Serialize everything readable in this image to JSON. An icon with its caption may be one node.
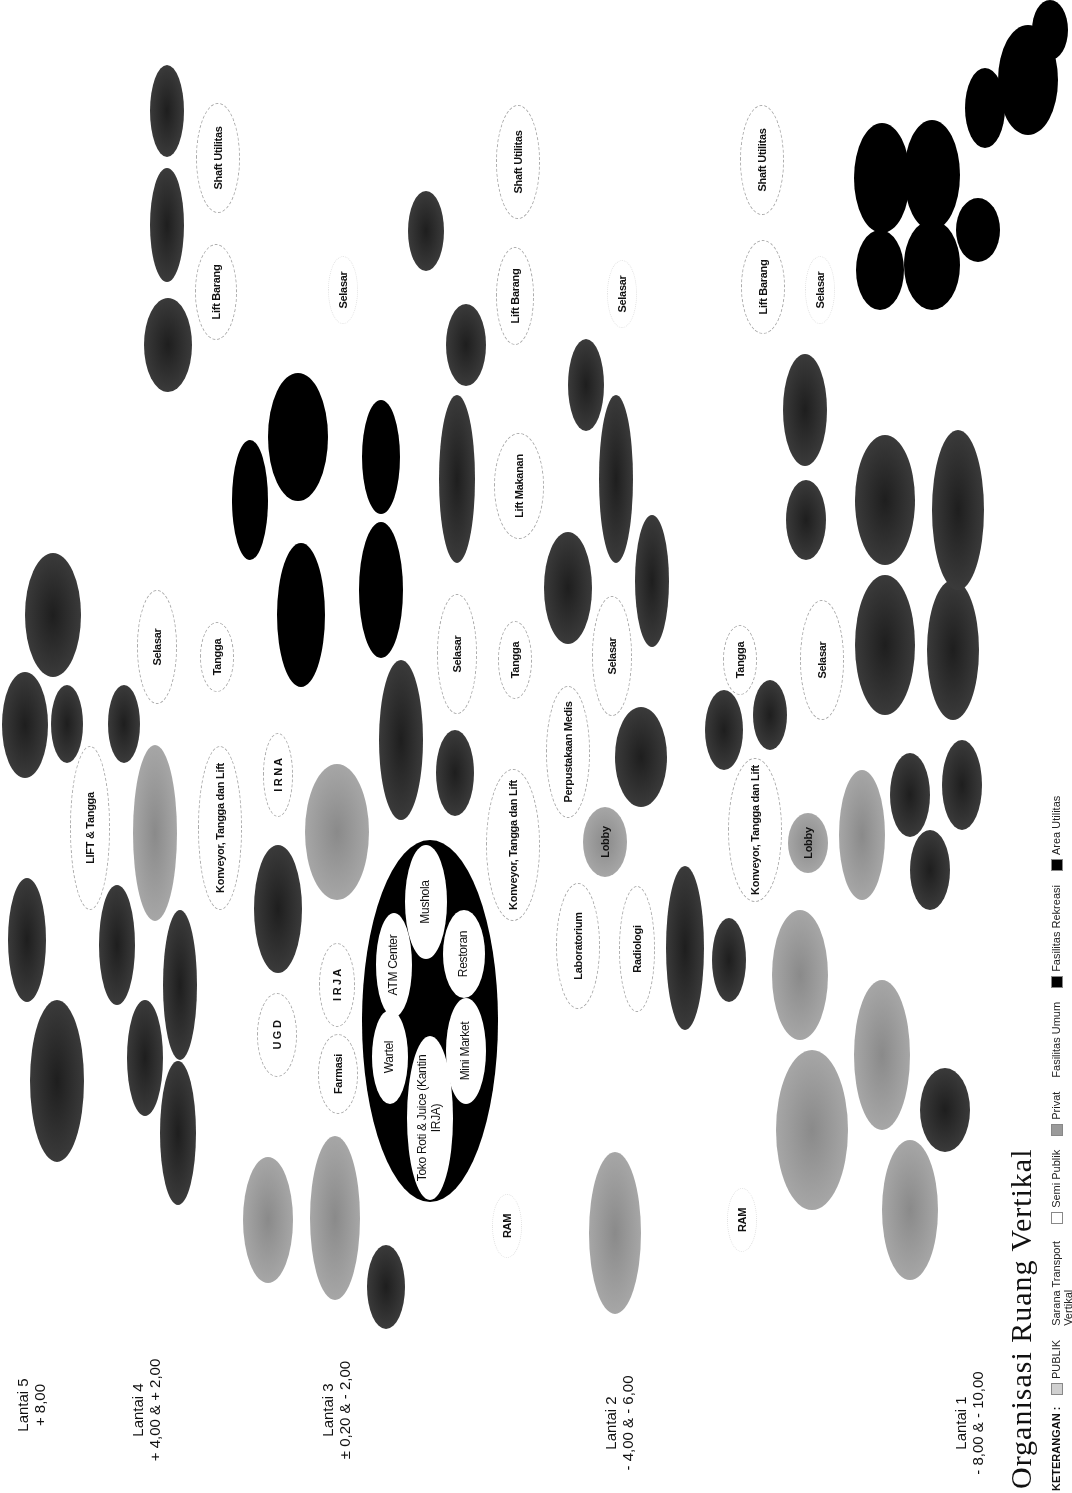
{
  "diagram": {
    "title": "Organisasi Ruang Vertikal",
    "nodes": [
      {
        "text": [],
        "shape": "ellipse"
      },
      {
        "text": [],
        "shape": "ellipse"
      },
      {
        "text": [],
        "shape": "ellipse"
      },
      {
        "text": [],
        "shape": "ellipse"
      },
      {
        "text": [],
        "shape": "ellipse"
      },
      {
        "text": [],
        "shape": "ellipse"
      },
      {
        "text": [],
        "shape": "ellipse"
      },
      {
        "text": [],
        "shape": "ellipse"
      },
      {
        "text": [],
        "shape": "ellipse"
      },
      {
        "text": [
          "LIFT & Tangga"
        ]
      },
      {
        "text": [],
        "shape": "ellipse"
      },
      {
        "text": [],
        "shape": "ellipse"
      },
      {
        "text": [
          "Selasar"
        ]
      },
      {
        "text": [],
        "shape": "ellipse"
      },
      {
        "text": [
          "Lift Barang"
        ]
      },
      {
        "text": [],
        "shape": "ellipse"
      },
      {
        "text": [
          "Shaft Utilitas"
        ]
      },
      {
        "text": [],
        "shape": "ellipse"
      },
      {
        "text": [],
        "shape": "ellipse"
      },
      {
        "text": [],
        "shape": "ellipse"
      },
      {
        "text": [
          "U G D"
        ]
      },
      {
        "text": [
          "Farmasi"
        ]
      },
      {
        "text": [
          "I R J A"
        ]
      },
      {
        "text": [],
        "shape": "ellipse"
      },
      {
        "text": [
          "Konveyor, Tangga dan Lift"
        ]
      },
      {
        "text": [
          "I R N A"
        ]
      },
      {
        "text": [],
        "shape": "ellipse"
      },
      {
        "text": [
          "Tangga"
        ]
      },
      {
        "text": [],
        "shape": "ellipse"
      },
      {
        "text": [],
        "shape": "ellipse"
      },
      {
        "text": [],
        "shape": "ellipse"
      },
      {
        "text": [],
        "shape": "ellipse"
      },
      {
        "text": [],
        "shape": "ellipse"
      },
      {
        "text": [
          "Selasar"
        ]
      },
      {
        "text": [],
        "shape": "ellipse"
      },
      {
        "text": [],
        "shape": "ellipse"
      },
      {
        "text": [
          "Toko Roti & Juice (Kantin IRJA)"
        ],
        "in": 35
      },
      {
        "text": [
          "Wartel"
        ],
        "in": 35
      },
      {
        "text": [
          "Mini Market"
        ],
        "in": 35
      },
      {
        "text": [
          "ATM Center"
        ],
        "in": 35
      },
      {
        "text": [
          "Restoran"
        ],
        "in": 35
      },
      {
        "text": [
          "Mushola"
        ],
        "in": 35
      },
      {
        "text": [],
        "shape": "ellipse"
      },
      {
        "text": [],
        "shape": "ellipse"
      },
      {
        "text": [],
        "shape": "ellipse"
      },
      {
        "text": [],
        "shape": "ellipse"
      },
      {
        "text": [],
        "shape": "ellipse"
      },
      {
        "text": [
          "Lift Makanan"
        ]
      },
      {
        "text": [
          "Lift Barang"
        ]
      },
      {
        "text": [
          "Shaft Utilitas"
        ]
      },
      {
        "text": [
          "RAM"
        ]
      },
      {
        "text": [],
        "shape": "ellipse"
      },
      {
        "text": [
          "Konveyor, Tangga dan Lift"
        ]
      },
      {
        "text": [
          "Laboratorium"
        ]
      },
      {
        "text": [
          "Radiologi"
        ]
      },
      {
        "text": [],
        "shape": "ellipse"
      },
      {
        "text": [
          "Perpustakaan Medis"
        ]
      },
      {
        "text": [
          "Lobby"
        ]
      },
      {
        "text": [],
        "shape": "ellipse"
      },
      {
        "text": [
          "Selasar"
        ]
      },
      {
        "text": [
          "Tangga"
        ]
      },
      {
        "text": [
          "Selasar"
        ]
      },
      {
        "text": [],
        "shape": "ellipse"
      },
      {
        "text": [],
        "shape": "ellipse"
      },
      {
        "text": [],
        "shape": "ellipse"
      },
      {
        "text": [],
        "shape": "ellipse"
      },
      {
        "text": [
          "Selasar"
        ]
      },
      {
        "text": [
          "RAM"
        ]
      },
      {
        "text": [],
        "shape": "ellipse"
      },
      {
        "text": [],
        "shape": "ellipse"
      },
      {
        "text": [],
        "shape": "ellipse"
      },
      {
        "text": [],
        "shape": "ellipse"
      },
      {
        "text": [],
        "shape": "ellipse"
      },
      {
        "text": [],
        "shape": "ellipse"
      },
      {
        "text": [],
        "shape": "ellipse"
      },
      {
        "text": [
          "Konveyor, Tangga dan Lift"
        ]
      },
      {
        "text": [
          "Lobby"
        ]
      },
      {
        "text": [],
        "shape": "ellipse"
      },
      {
        "text": [],
        "shape": "ellipse"
      },
      {
        "text": [],
        "shape": "ellipse"
      },
      {
        "text": [],
        "shape": "ellipse"
      },
      {
        "text": [
          "Tangga"
        ]
      },
      {
        "text": [],
        "shape": "ellipse"
      },
      {
        "text": [
          "Selasar"
        ]
      },
      {
        "text": [],
        "shape": "ellipse"
      },
      {
        "text": [],
        "shape": "ellipse"
      },
      {
        "text": [],
        "shape": "ellipse"
      },
      {
        "text": [],
        "shape": "ellipse"
      },
      {
        "text": [],
        "shape": "ellipse"
      },
      {
        "text": [],
        "shape": "ellipse"
      },
      {
        "text": [
          "Lift Barang"
        ]
      },
      {
        "text": [
          "Shaft Utilitas"
        ]
      },
      {
        "text": [
          "Selasar"
        ]
      },
      {
        "text": [],
        "shape": "ellipse"
      },
      {
        "text": [],
        "shape": "ellipse"
      },
      {
        "text": [],
        "shape": "ellipse"
      },
      {
        "text": [],
        "shape": "ellipse"
      },
      {
        "text": [],
        "shape": "ellipse"
      },
      {
        "text": [],
        "shape": "ellipse"
      },
      {
        "text": [],
        "shape": "ellipse"
      },
      {
        "text": [],
        "shape": "ellipse"
      }
    ],
    "labels": [
      "Lantai 5",
      "+ 8,00",
      "Lantai 4",
      "+ 4,00 & + 2,00",
      "Lantai 3",
      "± 0,20 & - 2,00",
      "Lantai 2",
      "- 4,00 & - 6,00",
      "Lantai 1",
      "- 8,00 & - 10,00",
      "KETERANGAN :"
    ],
    "legend": [
      {
        "text": "PUBLIK",
        "color": "#d0d0d0"
      },
      {
        "text": "Sarana Transport Vertikal"
      },
      {
        "text": "Semi Publik",
        "color": "#ffffff"
      },
      {
        "text": "Privat",
        "color": "#9a9a9a"
      },
      {
        "text": "Fasilitas Umum"
      },
      {
        "text": "Fasilitas Rekreasi",
        "color": "#000000"
      },
      {
        "text": "Area Utilitas",
        "color": "#000000"
      }
    ]
  }
}
